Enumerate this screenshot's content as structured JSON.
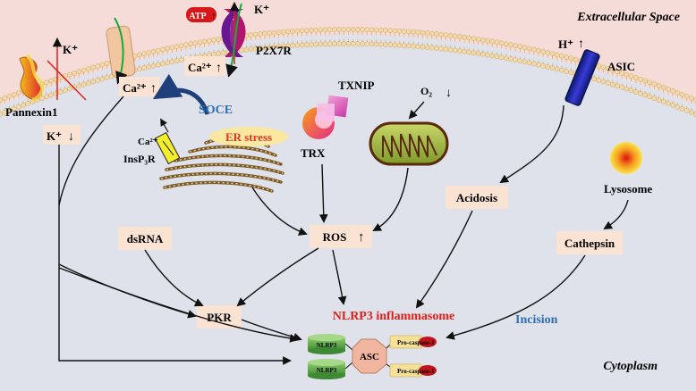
{
  "regions": {
    "extracellular": "Extracellular Space",
    "cytoplasm": "Cytoplasm"
  },
  "channels": {
    "pannexin": "Pannexin1",
    "p2x7r": "P2X7R",
    "asic": "ASIC",
    "insp3r": "InsP₃R"
  },
  "ions": {
    "k_pannexin": "K⁺",
    "k_p2x7r": "K⁺",
    "atp": "ATP",
    "ca_p2x7r": "Ca²⁺",
    "h_asic": "H⁺",
    "ca_cyto": "Ca²⁺",
    "k_down": "K⁺",
    "ca_er": "Ca²⁺",
    "o2": "O₂"
  },
  "labels": {
    "soce": "SOCE",
    "er_stress": "ER stress",
    "txnip": "TXNIP",
    "trx": "TRX",
    "ros": "ROS",
    "acidosis": "Acidosis",
    "lysosome": "Lysosome",
    "cathepsin": "Cathepsin",
    "dsrna": "dsRNA",
    "pkr": "PKR",
    "incision": "Incision",
    "nlrp3_title": "NLRP3 inflammasome",
    "nlrp3_a": "NLRP3",
    "nlrp3_b": "NLRP3",
    "asc": "ASC",
    "procasp_a": "Pro-caspase-1",
    "procasp_b": "Pro-caspase-1"
  },
  "arrows": {
    "up": "↑",
    "down": "↓"
  },
  "colors": {
    "background": "#dfe2ea",
    "extracellular": "#f5dcd8",
    "node_box": "#fbe3d3",
    "soce": "#2f6fb5",
    "incision": "#2f6fb5",
    "er_stress_text": "#d43a2a",
    "er_stress_fill": "#fbe8a0",
    "nlrp3_title": "#e0201a",
    "nlrp3_fill": "#58a84a",
    "asc_fill": "#f2b6a0",
    "procasp_fill": "#f7e19a",
    "casp_cap": "#c0141b"
  }
}
